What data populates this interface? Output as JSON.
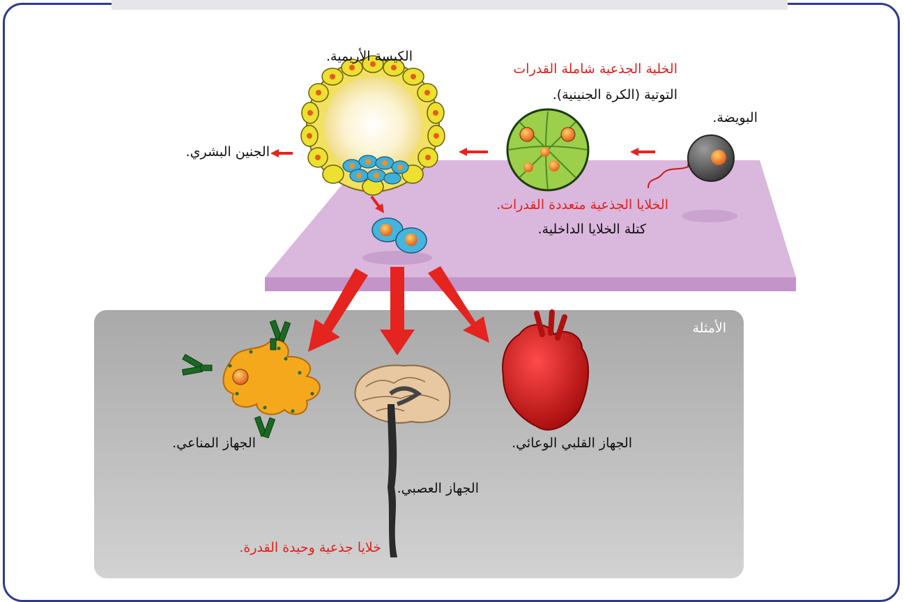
{
  "labels": {
    "egg": "البويضة.",
    "totipotent_heading": "الخلية الجذعية شاملة القدرات",
    "morula": "التوتية (الكرة الجنينية).",
    "blastocyst": "الكيسة الأريمية.",
    "human_embryo": "الجنين البشري.",
    "pluripotent_heading": "الخلايا الجذعية متعددة القدرات.",
    "inner_cell_mass": "كتلة الخلايا الداخلية.",
    "examples": "الأمثلة",
    "immune_system": "الجهاز المناعي.",
    "nervous_system": "الجهاز العصبي.",
    "cardiovascular_system": "الجهاز القلبي الوعائي.",
    "unipotent": "خلايا جذعية وحيدة القدرة."
  },
  "colors": {
    "frame_border": "#2c3a8c",
    "red_text": "#e0201f",
    "arrow": "#e5231f",
    "platform": "#d9b5dc",
    "examples_panel": "#b9b9b9"
  }
}
